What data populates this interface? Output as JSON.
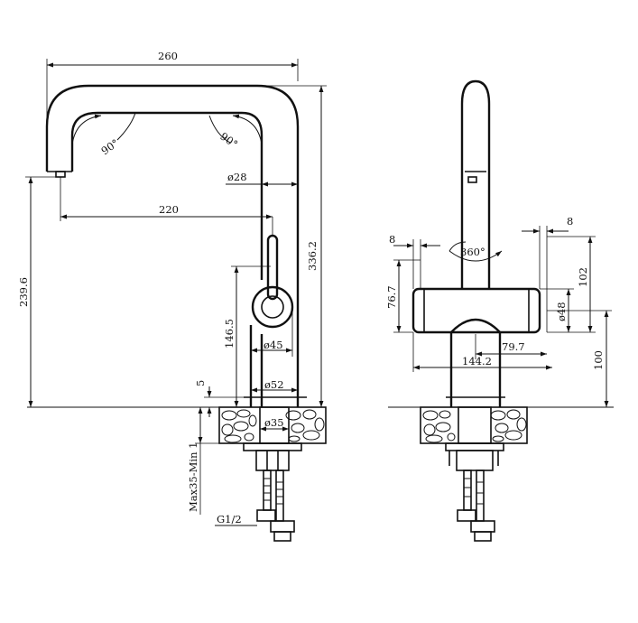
{
  "drawing": {
    "dims": {
      "overall_width": "260",
      "spout_angle_left": "90°",
      "spout_angle_right": "90°",
      "body_diameter_top": "ø28",
      "spout_reach": "220",
      "total_height": "336.2",
      "outlet_height": "239.6",
      "lever_height": "146.5",
      "handle_diameter": "ø45",
      "base_diameter": "ø52",
      "base_gap": "5",
      "shank_diameter": "ø35",
      "thickness_range": "Max35-Min 1",
      "thread": "G1/2",
      "side_offset_left": "8",
      "side_offset_right": "8",
      "rotation": "360°",
      "body_height_side": "76.7",
      "side_height": "102",
      "side_diameter": "ø48",
      "side_half_width": "79.7",
      "side_total_width": "144.2",
      "side_base_height": "100"
    }
  }
}
